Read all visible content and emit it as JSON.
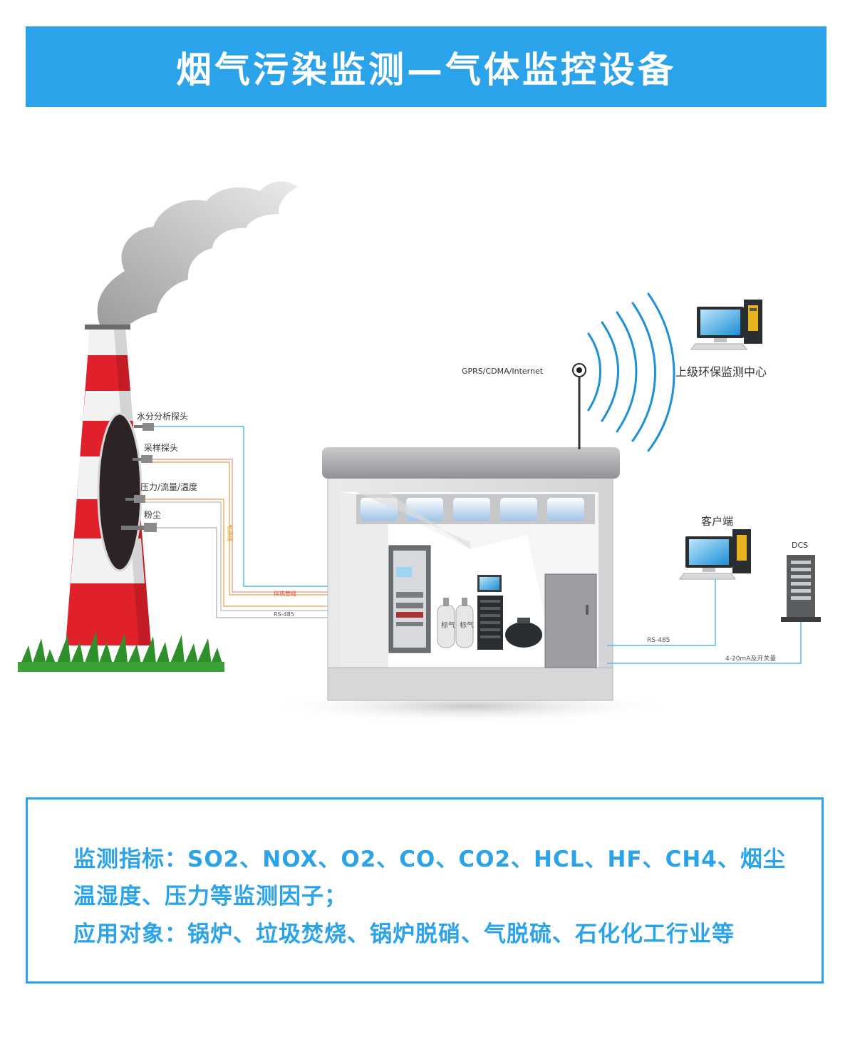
{
  "banner": {
    "title": "烟气污染监测—气体监控设备"
  },
  "diagram": {
    "antenna_label": "GPRS/CDMA/Internet",
    "probes": [
      {
        "label": "水分分析探头"
      },
      {
        "label": "采样探头"
      },
      {
        "label": "压力/流量/温度"
      },
      {
        "label": "粉尘"
      }
    ],
    "cable_labels": {
      "heated": "伴热管线",
      "rs485_left": "RS-485",
      "rs485_right": "RS-485",
      "analog": "4-20mA及开关量",
      "vertical": "电源线"
    },
    "cylinder_labels": [
      "标气",
      "标气"
    ],
    "nodes": {
      "upper_center": "上级环保监测中心",
      "client": "客户端",
      "dcs": "DCS"
    }
  },
  "info": {
    "line1": "监测指标：SO2、NOX、O2、CO、CO2、HCL、HF、CH4、烟尘",
    "line2": "温湿度、压力等监测因子；",
    "line3": "应用对象：锅炉、垃圾焚烧、锅炉脱硝、气脱硫、石化化工行业等"
  },
  "colors": {
    "brand_blue": "#2aa3ea",
    "chimney_red": "#e0202a",
    "signal_blue": "#1e90d8"
  }
}
